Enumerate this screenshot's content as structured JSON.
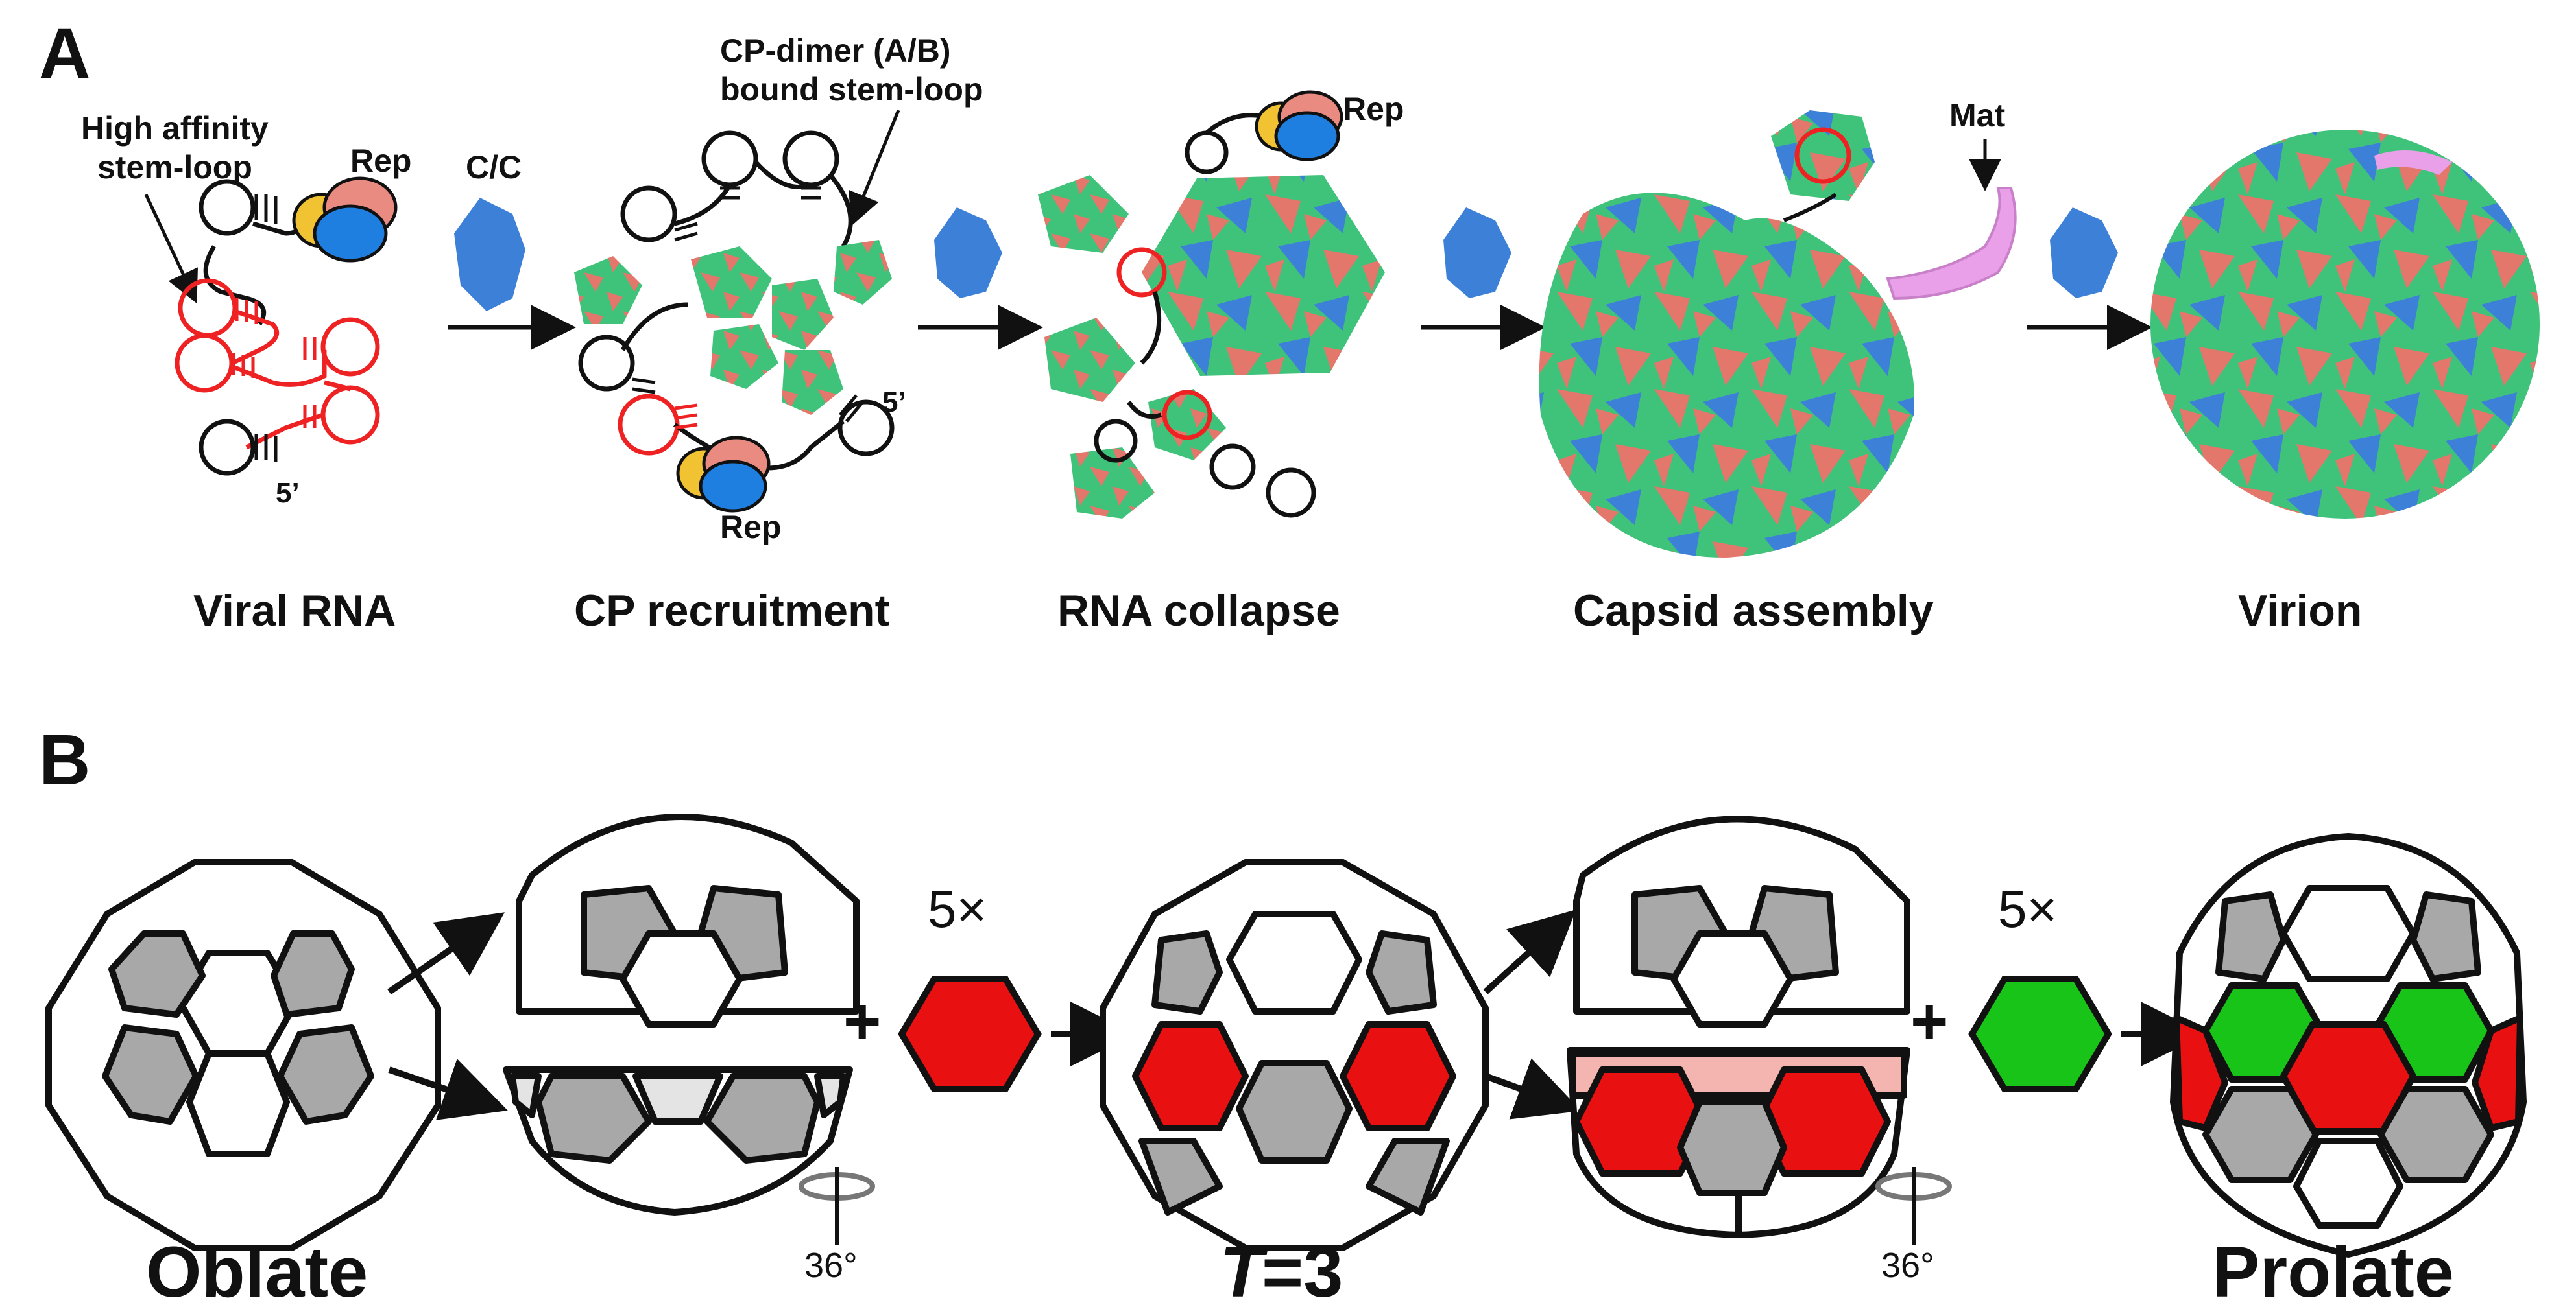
{
  "panel_a": {
    "letter": "A",
    "annotations": {
      "high_affinity_line1": "High affinity",
      "high_affinity_line2": "stem-loop",
      "rep": "Rep",
      "cc": "C/C",
      "cp_dimer_line1": "CP-dimer (A/B)",
      "cp_dimer_line2": "bound stem-loop",
      "five_prime": "5’",
      "mat": "Mat"
    },
    "stages": [
      "Viral RNA",
      "CP recruitment",
      "RNA collapse",
      "Capsid assembly",
      "Virion"
    ]
  },
  "panel_b": {
    "letter": "B",
    "multiplier": "5×",
    "rotation": "36°",
    "labels": {
      "oblate": "Oblate",
      "t3_italic": "T",
      "t3_rest": "=3",
      "prolate": "Prolate"
    }
  },
  "colors": {
    "protein_red": "#e3776b",
    "protein_green": "#3fc27a",
    "protein_blue": "#3d80d8",
    "rna_red": "#ee2222",
    "hex_red": "#e81010",
    "hex_green": "#18c418",
    "hex_pink": "#f4b4b0",
    "pent_gray": "#a8a8a8",
    "pent_light": "#e4e4e4",
    "mat_pink": "#e9a0e8",
    "rep_yellow": "#f1c232",
    "rep_salmon": "#e98b80",
    "rep_blue": "#1f7fe0"
  }
}
